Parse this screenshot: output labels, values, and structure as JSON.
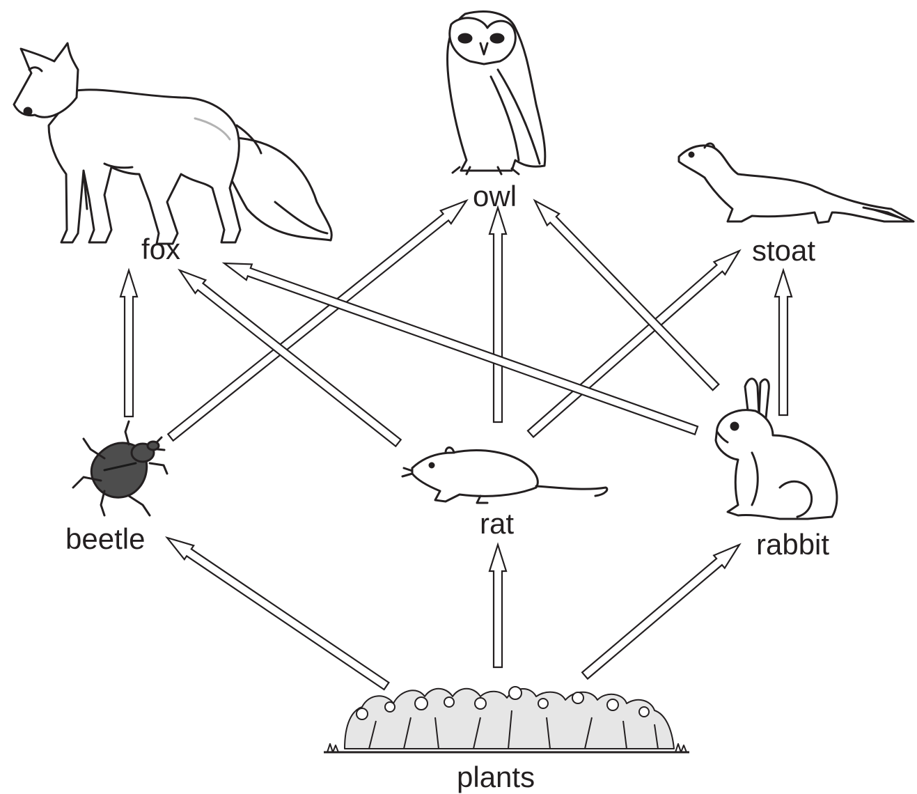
{
  "organisms": {
    "fox": "fox",
    "owl": "owl",
    "stoat": "stoat",
    "beetle": "beetle",
    "rat": "rat",
    "rabbit": "rabbit",
    "plants": "plants"
  },
  "energy_flow": [
    {
      "from": "plants",
      "to": "beetle"
    },
    {
      "from": "plants",
      "to": "rat"
    },
    {
      "from": "plants",
      "to": "rabbit"
    },
    {
      "from": "beetle",
      "to": "fox"
    },
    {
      "from": "beetle",
      "to": "owl"
    },
    {
      "from": "rat",
      "to": "fox"
    },
    {
      "from": "rat",
      "to": "owl"
    },
    {
      "from": "rat",
      "to": "stoat"
    },
    {
      "from": "rabbit",
      "to": "fox"
    },
    {
      "from": "rabbit",
      "to": "owl"
    },
    {
      "from": "rabbit",
      "to": "stoat"
    }
  ],
  "colors": {
    "ink": "#231f20",
    "beetle_body": "#4d4d4d",
    "shade": "#b3b3b3"
  }
}
